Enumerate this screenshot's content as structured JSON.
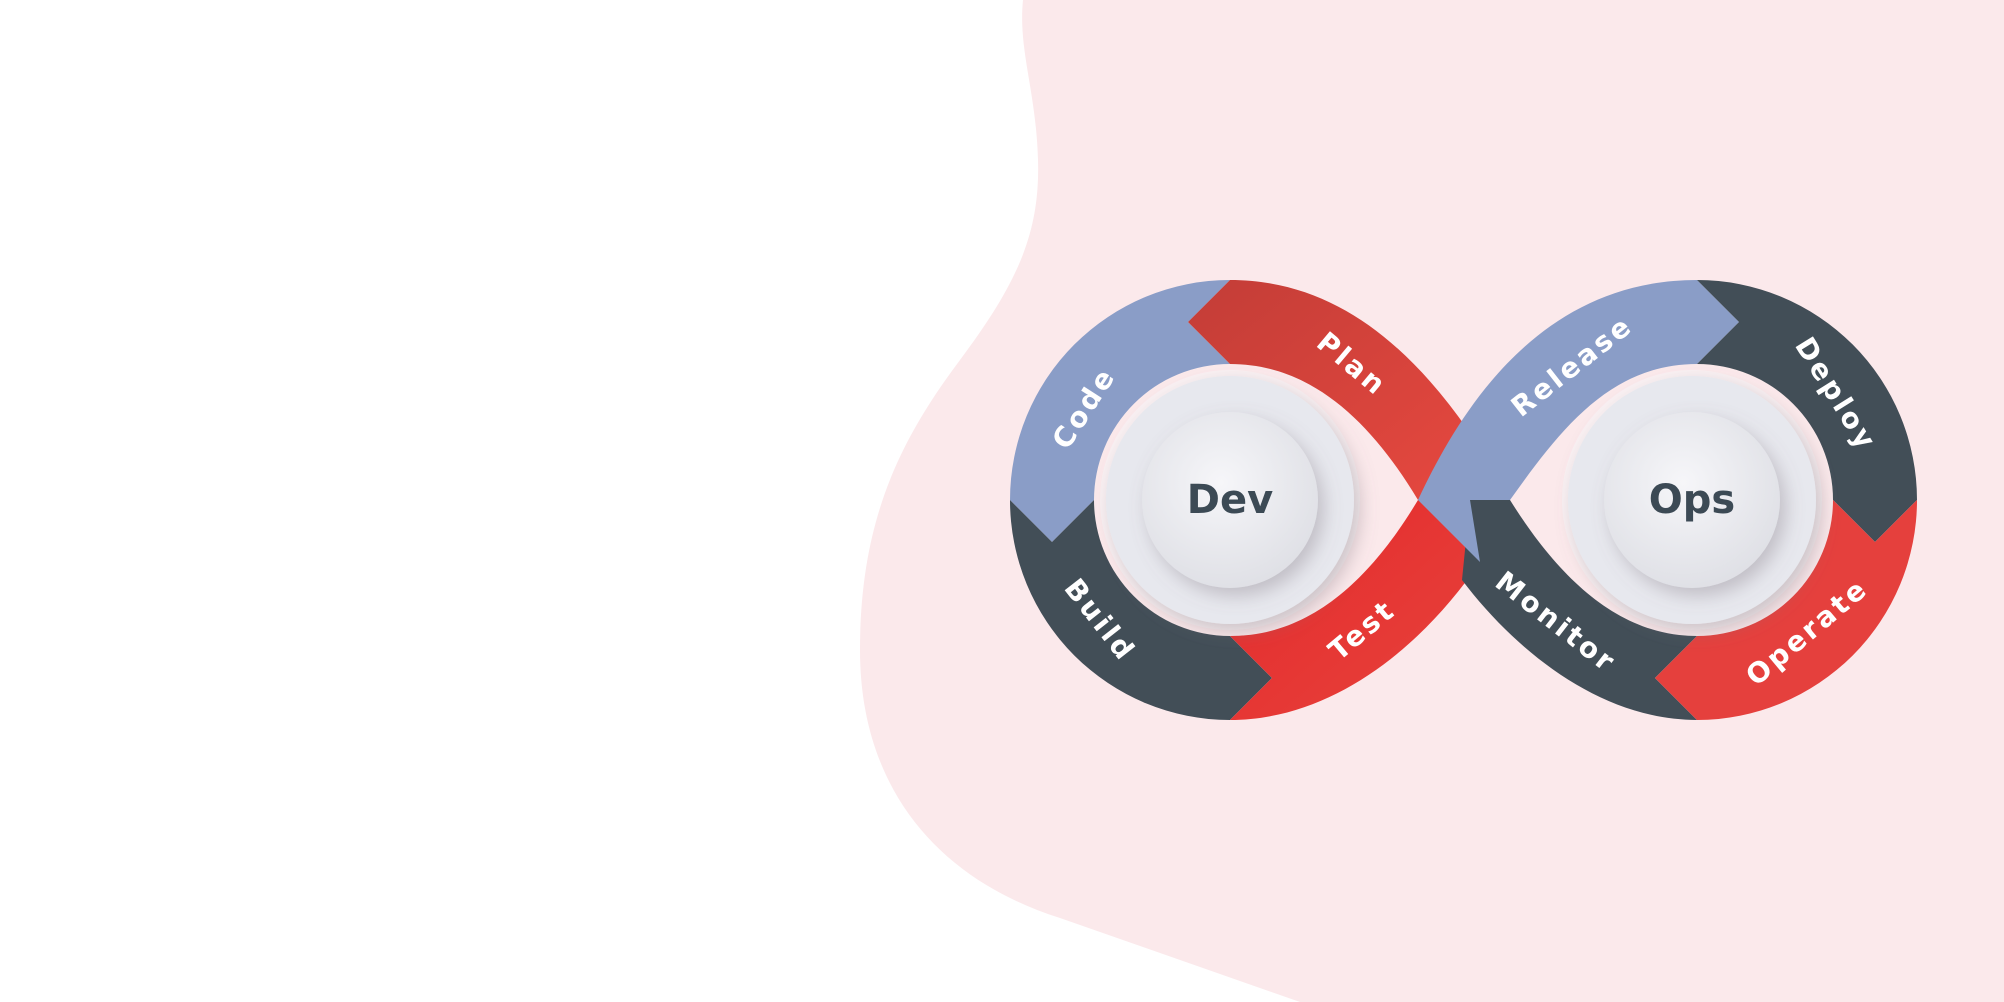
{
  "hubs": {
    "dev": "Dev",
    "ops": "Ops"
  },
  "stages": {
    "plan": "Plan",
    "code": "Code",
    "build": "Build",
    "test": "Test",
    "release": "Release",
    "deploy": "Deploy",
    "operate": "Operate",
    "monitor": "Monitor"
  },
  "colors": {
    "background": "#ffffff",
    "blob": "#fbe9eb",
    "periwinkle": "#8a9dc7",
    "slate": "#424e57",
    "red": "#e5403d",
    "red_bright": "#e52e2e",
    "red_dark": "#c73e38",
    "hub_text": "#3c4a55"
  }
}
